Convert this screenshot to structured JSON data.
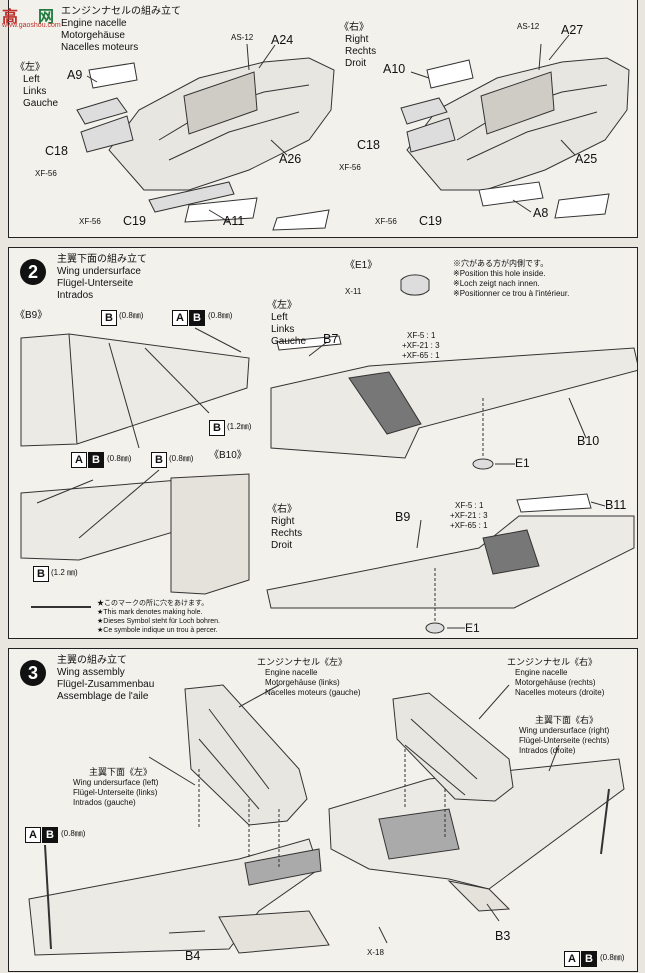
{
  "watermark": {
    "site_name": "高手网",
    "url": "www.gaoshou.com"
  },
  "step1": {
    "title_lines": [
      "エンジンナセルの組み立て",
      "Engine nacelle",
      "Motorgehäuse",
      "Nacelles moteurs"
    ],
    "left_header": [
      "《左》",
      "Left",
      "Links",
      "Gauche"
    ],
    "right_header": [
      "《右》",
      "Right",
      "Rechts",
      "Droit"
    ],
    "labels": {
      "as12_left": "AS-12",
      "a24": "A24",
      "a9": "A9",
      "c18_left": "C18",
      "xf56_a": "XF-56",
      "a26": "A26",
      "xf56_b": "XF-56",
      "c19_left": "C19",
      "a11": "A11",
      "as12_right": "AS-12",
      "a27": "A27",
      "a10": "A10",
      "c18_right": "C18",
      "xf56_c": "XF-56",
      "a25": "A25",
      "xf56_d": "XF-56",
      "c19_right": "C19",
      "a8": "A8"
    }
  },
  "step2": {
    "number": "2",
    "title_lines": [
      "主翼下面の組み立て",
      "Wing undersurface",
      "Flügel-Unterseite",
      "Intrados"
    ],
    "b9_header": "《B9》",
    "b10_header": "《B10》",
    "e1_header": "《E1》",
    "e1_note": [
      "※穴がある方が内側です。",
      "※Position this hole inside.",
      "※Loch zeigt nach innen.",
      "※Positionner ce trou à l'intérieur."
    ],
    "x11": "X-11",
    "left_header": [
      "《左》",
      "Left",
      "Links",
      "Gauche"
    ],
    "right_header": [
      "《右》",
      "Right",
      "Rechts",
      "Droit"
    ],
    "paint_mix": [
      "XF-5 : 1",
      "+XF-21 : 3",
      "+XF-65 : 1"
    ],
    "paint_mix_2": [
      "XF-5 : 1",
      "+XF-21 : 3",
      "+XF-65 : 1"
    ],
    "drill": {
      "size_08": "(0.8㎜)",
      "size_12": "(1.2㎜)",
      "size_08_b": "(0.8㎜)",
      "size_08_c": "(0.8㎜)",
      "size_08_d": "(0.8㎜)",
      "size_12_b": "(1.2 ㎜)",
      "box_a": "A",
      "box_b": "B"
    },
    "hole_note": [
      "★このマークの所に穴をあけます。",
      "★This mark denotes making hole.",
      "★Dieses Symbol steht für Loch bohren.",
      "★Ce symbole indique un trou à percer."
    ],
    "labels": {
      "b7": "B7",
      "b10": "B10",
      "e1_a": "E1",
      "b9": "B9",
      "b11": "B11",
      "e1_b": "E1"
    }
  },
  "step3": {
    "number": "3",
    "title_lines": [
      "主翼の組み立て",
      "Wing assembly",
      "Flügel-Zusammenbau",
      "Assemblage de l'aile"
    ],
    "nacelle_left": [
      "エンジンナセル《左》",
      "Engine nacelle",
      "Motorgehäuse (links)",
      "Nacelles moteurs (gauche)"
    ],
    "nacelle_right": [
      "エンジンナセル《右》",
      "Engine nacelle",
      "Motorgehäuse (rechts)",
      "Nacelles moteurs (droite)"
    ],
    "wing_left": [
      "主翼下面《左》",
      "Wing undersurface (left)",
      "Flügel-Unterseite (links)",
      "Intrados (gauche)"
    ],
    "wing_right": [
      "主翼下面《右》",
      "Wing undersurface (right)",
      "Flügel-Unterseite (rechts)",
      "Intrados (droite)"
    ],
    "drill_left": "(0.8㎜)",
    "drill_right": "(0.8㎜)",
    "labels": {
      "b4": "B4",
      "x18": "X-18",
      "b3": "B3"
    }
  }
}
